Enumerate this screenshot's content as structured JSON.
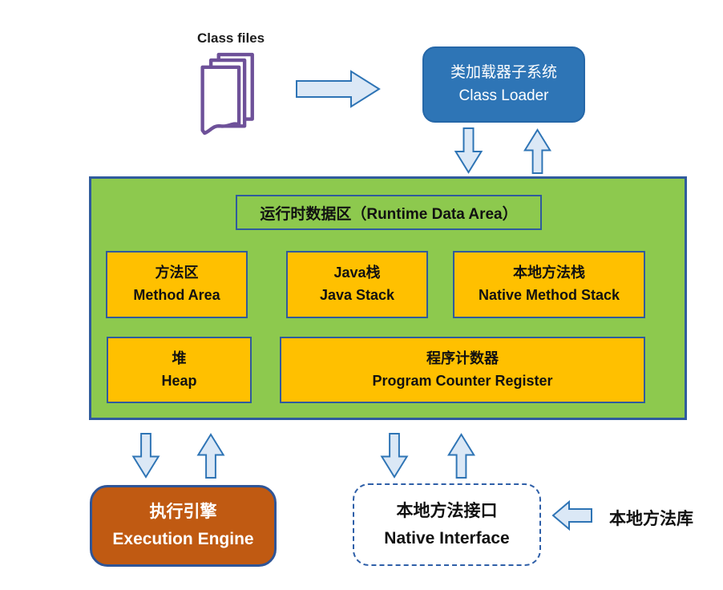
{
  "diagram": {
    "class_files": {
      "label": "Class files"
    },
    "class_loader": {
      "line1": "类加载器子系统",
      "line2": "Class Loader"
    },
    "runtime_area": {
      "title": "运行时数据区（Runtime Data Area）",
      "boxes": {
        "method_area": {
          "line1": "方法区",
          "line2": "Method Area"
        },
        "java_stack": {
          "line1": "Java栈",
          "line2": "Java Stack"
        },
        "native_method_stack": {
          "line1": "本地方法栈",
          "line2": "Native Method Stack"
        },
        "heap": {
          "line1": "堆",
          "line2": "Heap"
        },
        "pc_register": {
          "line1": "程序计数器",
          "line2": "Program Counter Register"
        }
      }
    },
    "execution_engine": {
      "line1": "执行引擎",
      "line2": "Execution Engine"
    },
    "native_interface": {
      "line1": "本地方法接口",
      "line2": "Native Interface"
    },
    "native_library": {
      "label": "本地方法库"
    }
  },
  "colors": {
    "runtime_area_fill": "#8DC94E",
    "box_border_blue": "#2F5B9D",
    "class_loader_fill": "#2E75B6",
    "orange_box_fill": "#FFC000",
    "execution_engine_fill": "#C05A12",
    "arrow_fill": "#DBE8F6",
    "arrow_border": "#2E74B5",
    "class_files_icon_purple": "#6E5199",
    "text_on_dark": "#FFFFFF",
    "text_on_light": "#111111"
  },
  "icons": {
    "class_files": "document-stack-icon",
    "flow": [
      "arrow-right-icon",
      "arrow-down-icon",
      "arrow-up-icon",
      "arrow-left-icon"
    ]
  }
}
